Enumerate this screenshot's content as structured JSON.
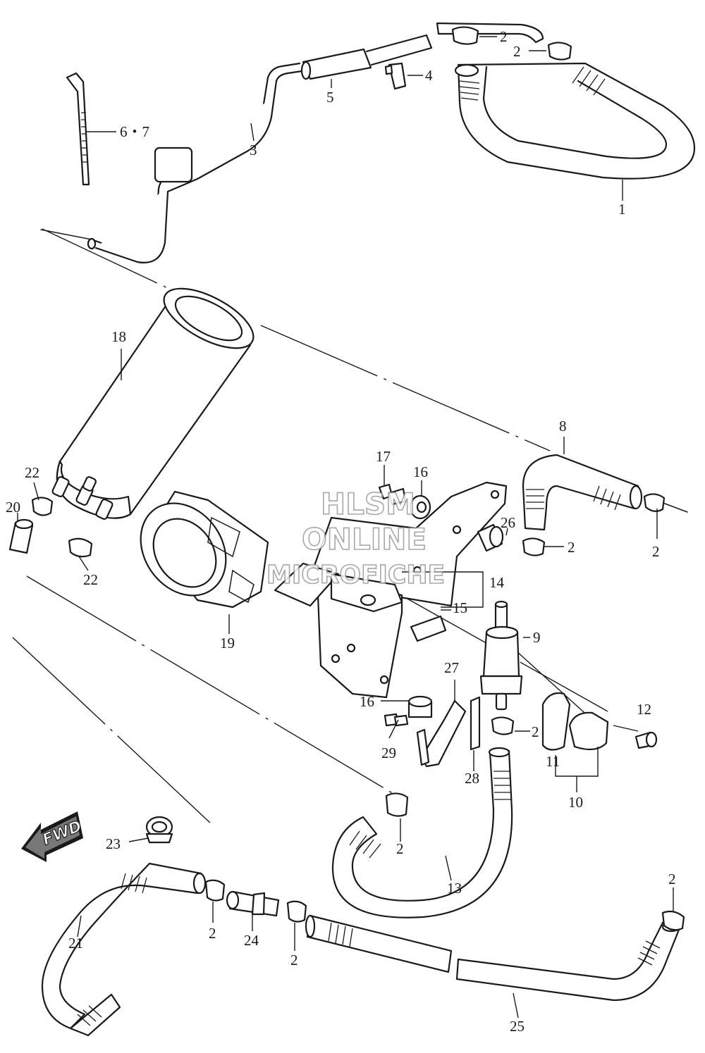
{
  "watermark": {
    "line1": "HLSM",
    "line2": "ONLINE",
    "line3": "MICROFICHE"
  },
  "direction_badge": "FWD",
  "callouts": {
    "c1": "1",
    "c2a": "2",
    "c2b": "2",
    "c2c": "2",
    "c2d": "2",
    "c2e": "2",
    "c2f": "2",
    "c2g": "2",
    "c2h": "2",
    "c2i": "2",
    "c3": "3",
    "c4": "4",
    "c5": "5",
    "c67": "6・7",
    "c8": "8",
    "c9": "9",
    "c10": "10",
    "c11": "11",
    "c12": "12",
    "c13": "13",
    "c14": "14",
    "c15": "15",
    "c16a": "16",
    "c16b": "16",
    "c17": "17",
    "c18": "18",
    "c19": "19",
    "c20": "20",
    "c21": "21",
    "c22a": "22",
    "c22b": "22",
    "c23": "23",
    "c24": "24",
    "c25": "25",
    "c26": "26",
    "c27": "27",
    "c28": "28",
    "c29": "29"
  }
}
